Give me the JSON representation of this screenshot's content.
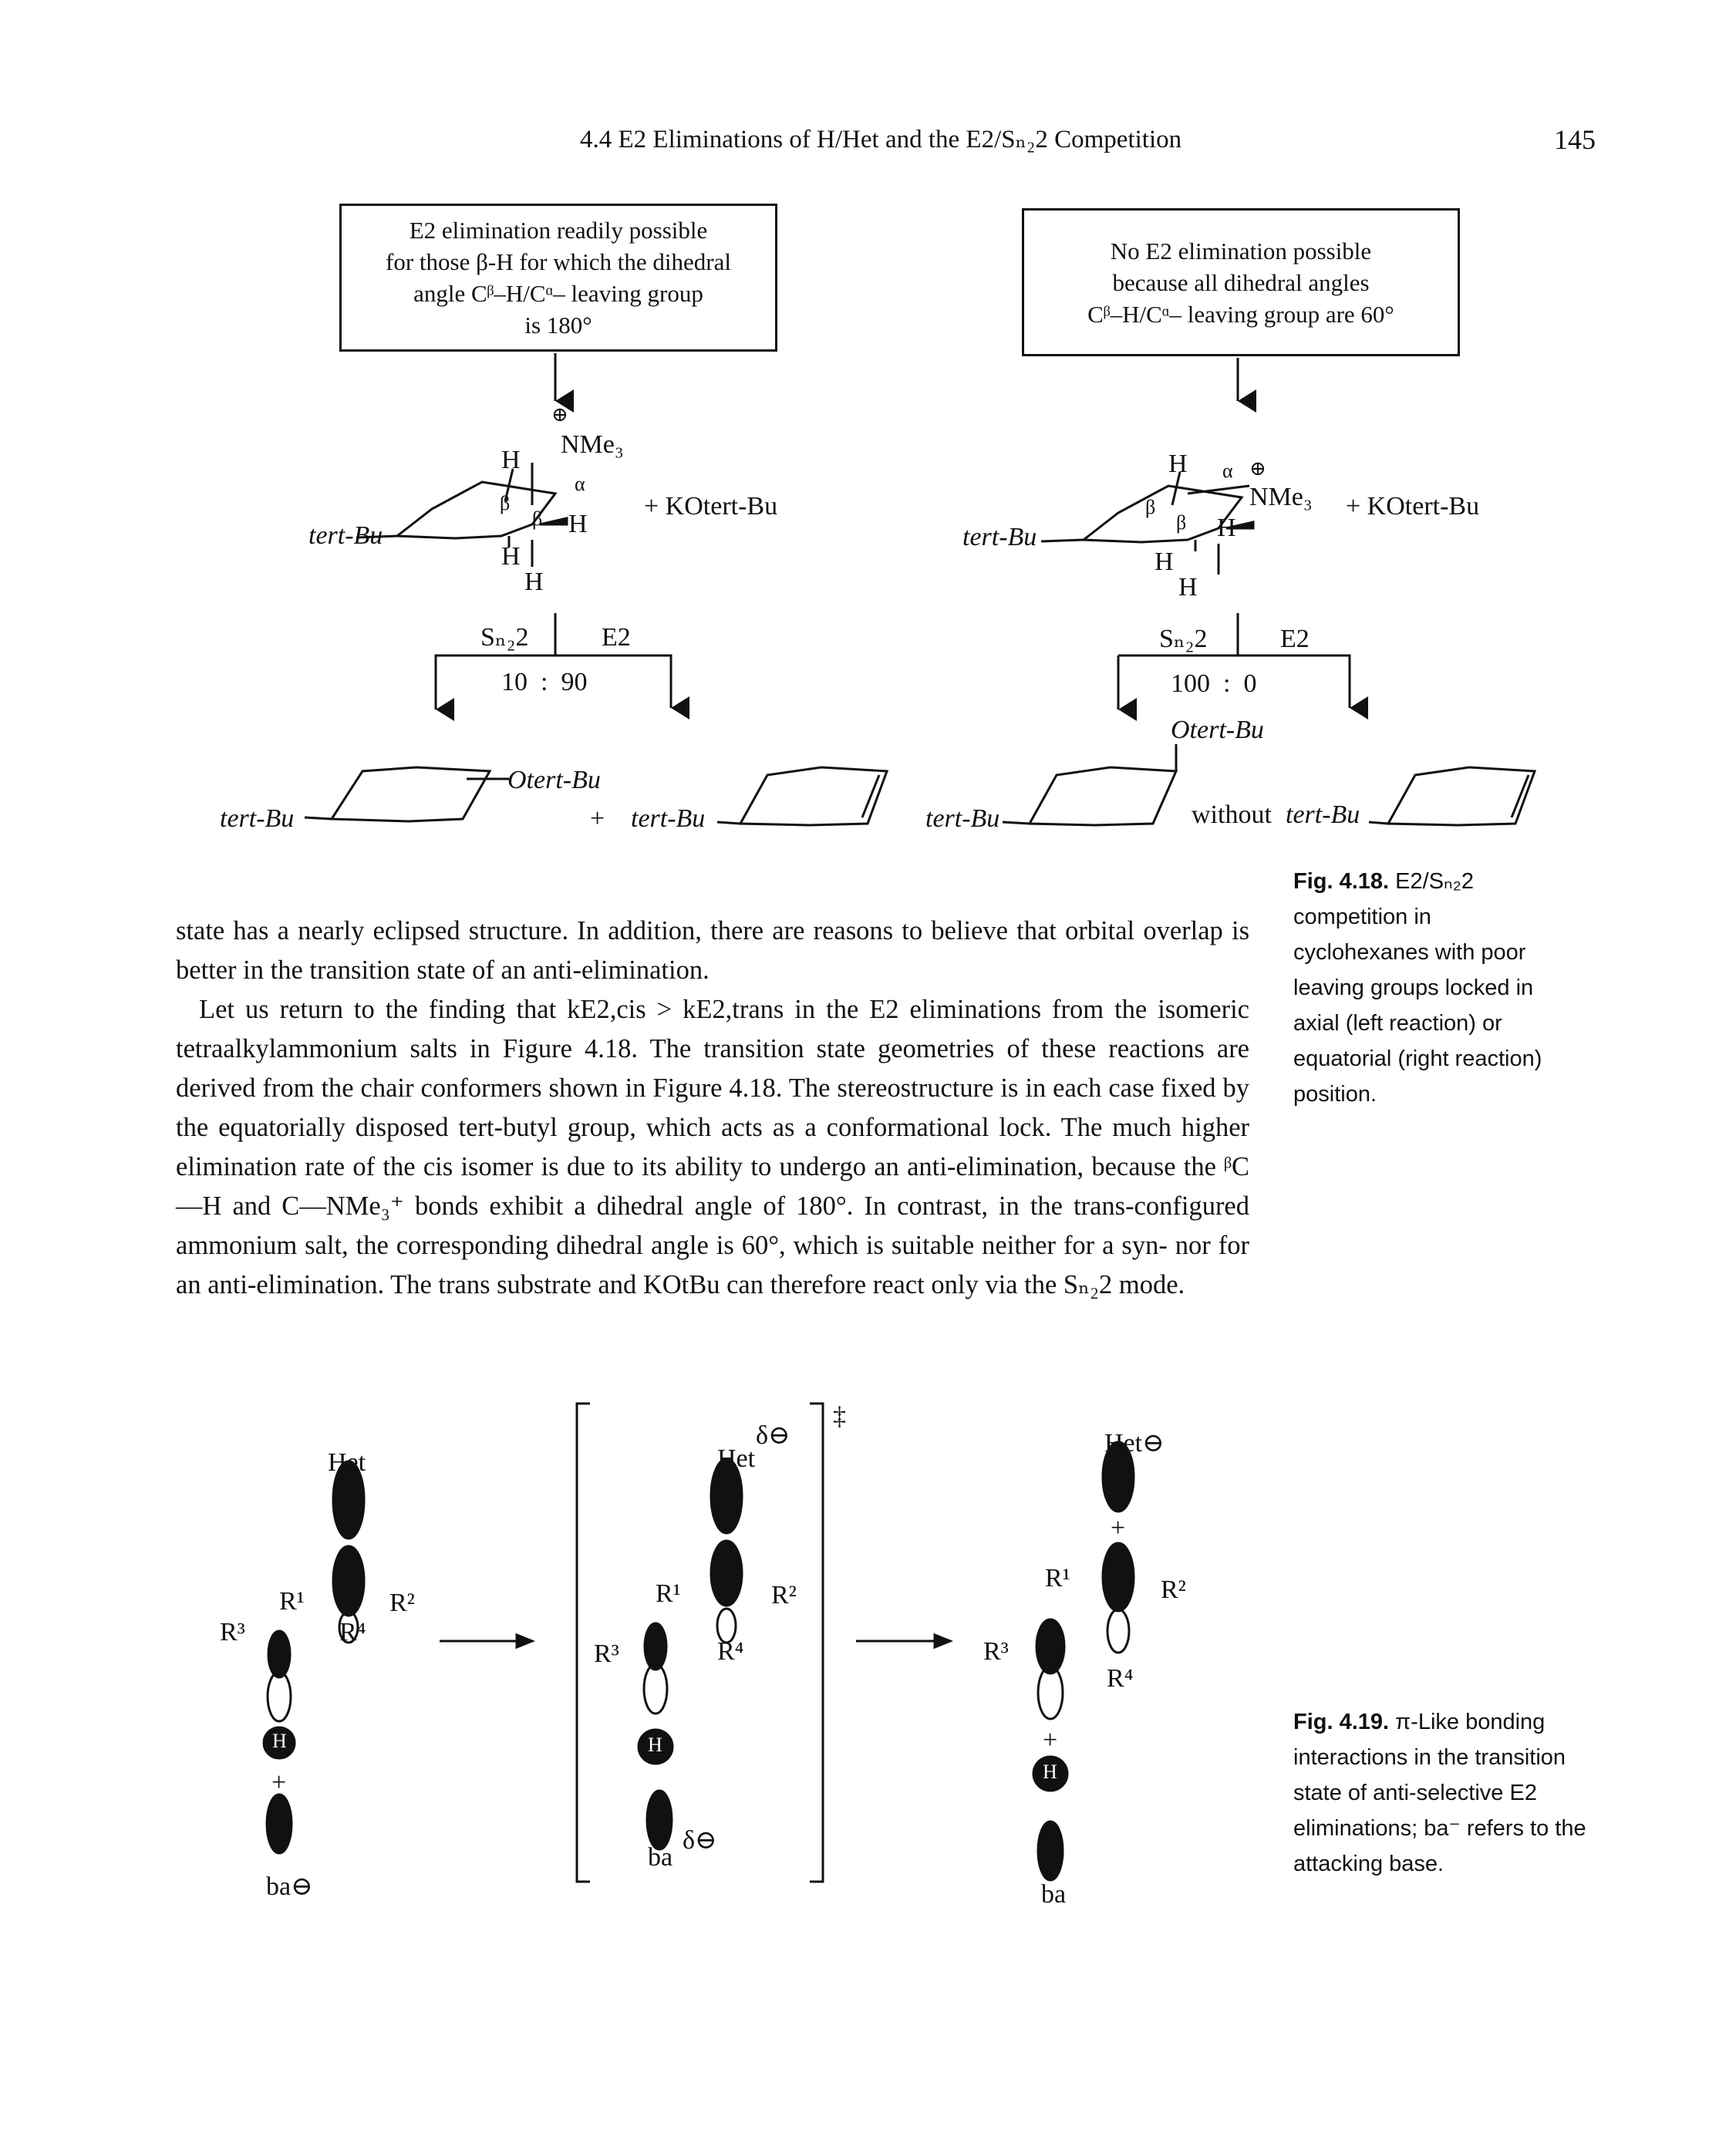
{
  "header": {
    "running_title": "4.4 E2 Eliminations of H/Het and the E2/Sₙ₂2 Competition",
    "page_number": "145"
  },
  "figure_4_18": {
    "box_left": [
      "E2 elimination readily possible",
      "for those β-H for which the dihedral",
      "angle Cᵝ–H/Cᵅ– leaving group",
      "is 180°"
    ],
    "box_right": [
      "No E2 elimination possible",
      "because all dihedral angles",
      "Cᵝ–H/Cᵅ– leaving group are 60°"
    ],
    "left": {
      "substituent": "tert-Bu",
      "leaving_group": "NMe₃",
      "charge": "⊕",
      "reagent": "+ KOtert-Bu",
      "alpha": "α",
      "beta": "β",
      "h": "H",
      "sn2_label": "Sₙ₂2",
      "e2_label": "E2",
      "ratio": "10  :  90",
      "product_sub": "Otert-Bu",
      "plus": "+"
    },
    "right": {
      "substituent": "tert-Bu",
      "leaving_group": "NMe₃",
      "charge": "⊕",
      "reagent": "+ KOtert-Bu",
      "alpha": "α",
      "beta": "β",
      "h": "H",
      "sn2_label": "Sₙ₂2",
      "e2_label": "E2",
      "ratio": "100  :  0",
      "product_sub": "Otert-Bu",
      "without": "without"
    },
    "caption_label": "Fig. 4.18.",
    "caption_text": "E2/Sₙ₂2 competition in cyclohexanes with poor leaving groups locked in axial (left reaction) or equatorial (right reaction) position."
  },
  "body": {
    "p1": "state has a nearly eclipsed structure. In addition, there are reasons to believe that orbital overlap is better in the transition state of an anti-elimination.",
    "p2": "Let us return to the finding that kE2,cis > kE2,trans in the E2 eliminations from the isomeric tetraalkylammonium salts in Figure 4.18. The transition state geometries of these reactions are derived from the chair conformers shown in Figure 4.18. The stereostructure is in each case fixed by the equatorially disposed tert-butyl group, which acts as a conformational lock. The much higher elimination rate of the cis isomer is due to its ability to undergo an anti-elimination, because the ᵝC—H and C—NMe₃⁺ bonds exhibit a dihedral angle of 180°. In contrast, in the trans-configured ammonium salt, the corresponding dihedral angle is 60°, which is suitable neither for a syn- nor for an anti-elimination. The trans substrate and KOtBu can therefore react only via the Sₙ₂2 mode."
  },
  "figure_4_19": {
    "het": "Het",
    "het_minus": "Het⊖",
    "delta_minus": "δ⊖",
    "r1": "R¹",
    "r2": "R²",
    "r3": "R³",
    "r4": "R⁴",
    "h_circle": "H",
    "ba_minus": "ba⊖",
    "ba": "ba",
    "plus": "+",
    "ts_mark": "‡",
    "caption_label": "Fig. 4.19.",
    "caption_text": "π-Like bonding interactions in the transition state of anti-selective E2 eliminations; ba⁻ refers to the attacking base."
  }
}
